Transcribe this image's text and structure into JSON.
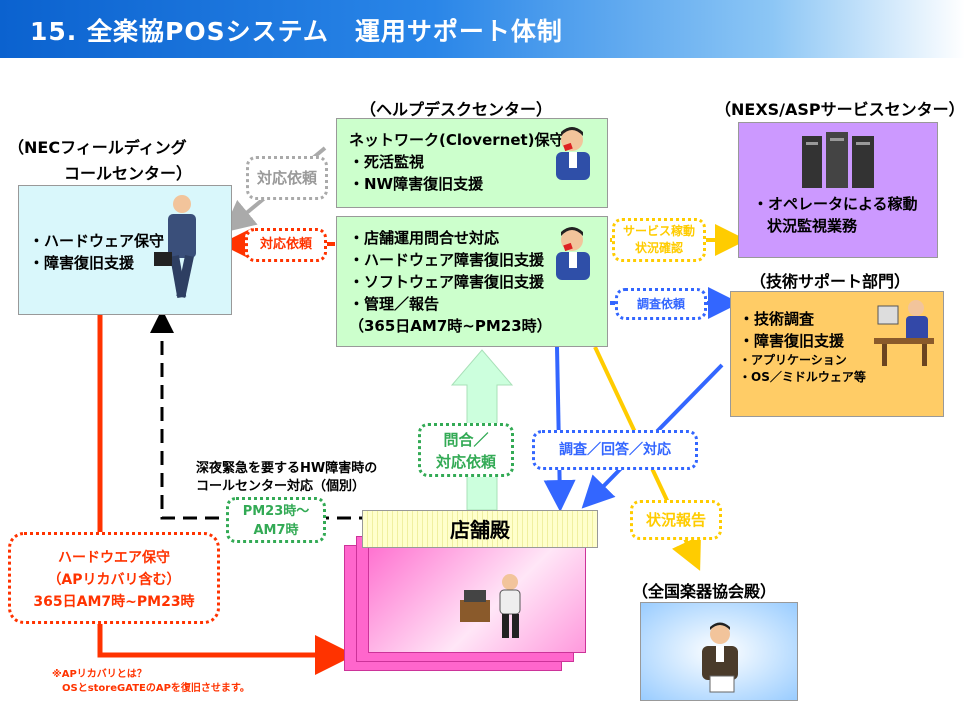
{
  "title": "15. 全楽協POSシステム　運用サポート体制",
  "helpdesk": {
    "heading": "（ヘルプデスクセンター）",
    "box1": [
      "ネットワーク(Clovernet)保守",
      "・死活監視",
      "・NW障害復旧支援"
    ],
    "box2": [
      "・店舗運用問合せ対応",
      "・ハードウェア障害復旧支援",
      "・ソフトウェア障害復旧支援",
      "・管理／報告",
      "（365日AM7時~PM23時）"
    ]
  },
  "nec": {
    "heading_line1": "（NECフィールディング",
    "heading_line2": "コールセンター）",
    "items": [
      "・ハードウェア保守",
      "・障害復旧支援"
    ]
  },
  "nexs": {
    "heading": "（NEXS/ASPサービスセンター）",
    "items": [
      "・オペレータによる稼動",
      "状況監視業務"
    ]
  },
  "tech": {
    "heading": "（技術サポート部門）",
    "items": [
      "・技術調査",
      "・障害復旧支援",
      "・アプリケーション",
      "・OS／ミドルウェア等"
    ]
  },
  "labels": {
    "taiou_irai_gray": "対応依頼",
    "taiou_irai_red": "対応依頼",
    "service_status": [
      "サービス稼動",
      "状況確認"
    ],
    "chousa_irai": "調査依頼",
    "toiawase": [
      "問合／",
      "対応依頼"
    ],
    "chousa_kaitou": "調査／回答／対応",
    "joukyou_houkoku": "状況報告",
    "night_note": [
      "深夜緊急を要するHW障害時の",
      "コールセンター対応（個別）"
    ],
    "pm23": [
      "PM23時～",
      "AM7時"
    ],
    "hw_maint": [
      "ハードウエア保守",
      "（APリカバリ含む）",
      "365日AM7時~PM23時"
    ]
  },
  "store": {
    "label": "店舗殿"
  },
  "association": {
    "heading": "（全国楽器協会殿）"
  },
  "footnote": [
    "※APリカバリとは？",
    "OSとstoreGATEのAPを復旧させます。"
  ],
  "colors": {
    "red": "#ff3300",
    "blue": "#3366ff",
    "yellow": "#ffcc00",
    "green": "#33aa55",
    "gray": "#aaaaaa",
    "helpdesk_bg": "#ccffcc",
    "nec_bg": "#d9f7fb",
    "nexs_bg": "#cc99ff",
    "tech_bg": "#ffcc66",
    "store_pink": "#ff66cc",
    "assoc_bg": "#99ccff"
  }
}
